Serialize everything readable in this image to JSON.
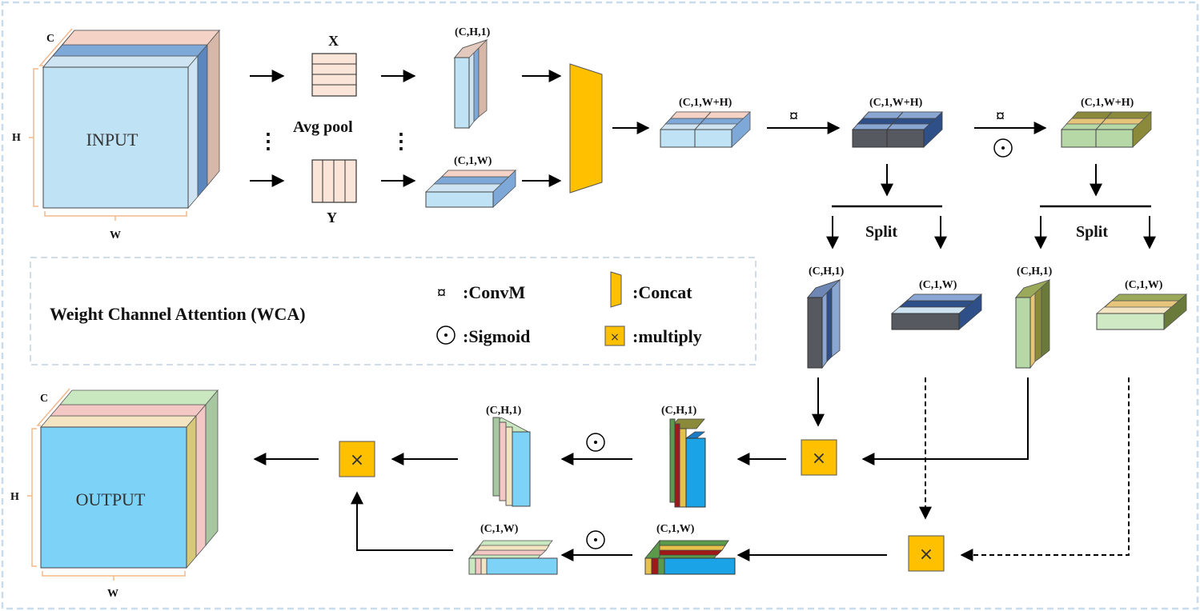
{
  "input": {
    "title": "INPUT",
    "c": "C",
    "h": "H",
    "w": "W"
  },
  "output": {
    "title": "OUTPUT",
    "c": "C",
    "h": "H",
    "w": "W"
  },
  "pool": {
    "label": "Avg pool",
    "x": "X",
    "y": "Y"
  },
  "shapes": {
    "ch1": "(C,H,1)",
    "c1w": "(C,1,W)",
    "c1wh": "(C,1,W+H)"
  },
  "split_label": "Split",
  "legend": {
    "title": "Weight Channel Attention (WCA)",
    "convm": ":ConvM",
    "concat": ":Concat",
    "sigmoid": ":Sigmoid",
    "multiply": ":multiply"
  },
  "colors": {
    "light_blue": "#c5e3f5",
    "dark_gray": "#555a62",
    "green": "#b5d8a6",
    "concat_gold": "#ffc000",
    "multiply_gold": "#ffc000",
    "output_blue": "#7dd3f7",
    "border_dash": "#c9dcec"
  }
}
